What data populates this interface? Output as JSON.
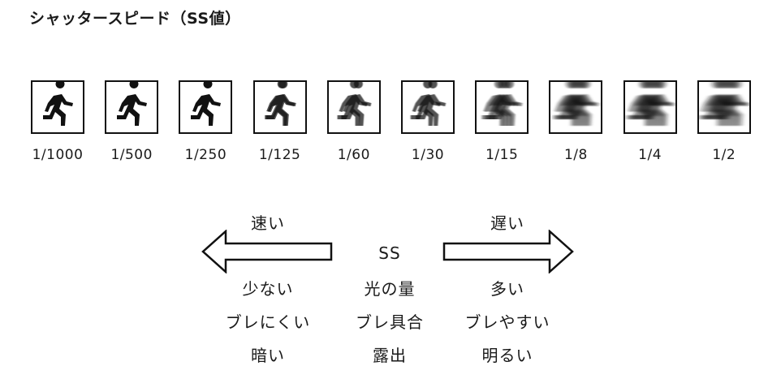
{
  "title": "シャッタースピード（SS値）",
  "shutter_speeds": [
    {
      "label": "1/1000",
      "blur": 0
    },
    {
      "label": "1/500",
      "blur": 0
    },
    {
      "label": "1/250",
      "blur": 0
    },
    {
      "label": "1/125",
      "blur": 0.5
    },
    {
      "label": "1/60",
      "blur": 1.5
    },
    {
      "label": "1/30",
      "blur": 2
    },
    {
      "label": "1/15",
      "blur": 4
    },
    {
      "label": "1/8",
      "blur": 6
    },
    {
      "label": "1/4",
      "blur": 7
    },
    {
      "label": "1/2",
      "blur": 8
    }
  ],
  "left_column": {
    "heading": "速い",
    "items": [
      "少ない",
      "ブレにくい",
      "暗い"
    ]
  },
  "center_column": {
    "heading": "SS",
    "items": [
      "光の量",
      "ブレ具合",
      "露出"
    ]
  },
  "right_column": {
    "heading": "遅い",
    "items": [
      "多い",
      "ブレやすい",
      "明るい"
    ]
  },
  "icons": {
    "runner": "running-person-icon",
    "left_arrow": "arrow-left-icon",
    "right_arrow": "arrow-right-icon"
  }
}
